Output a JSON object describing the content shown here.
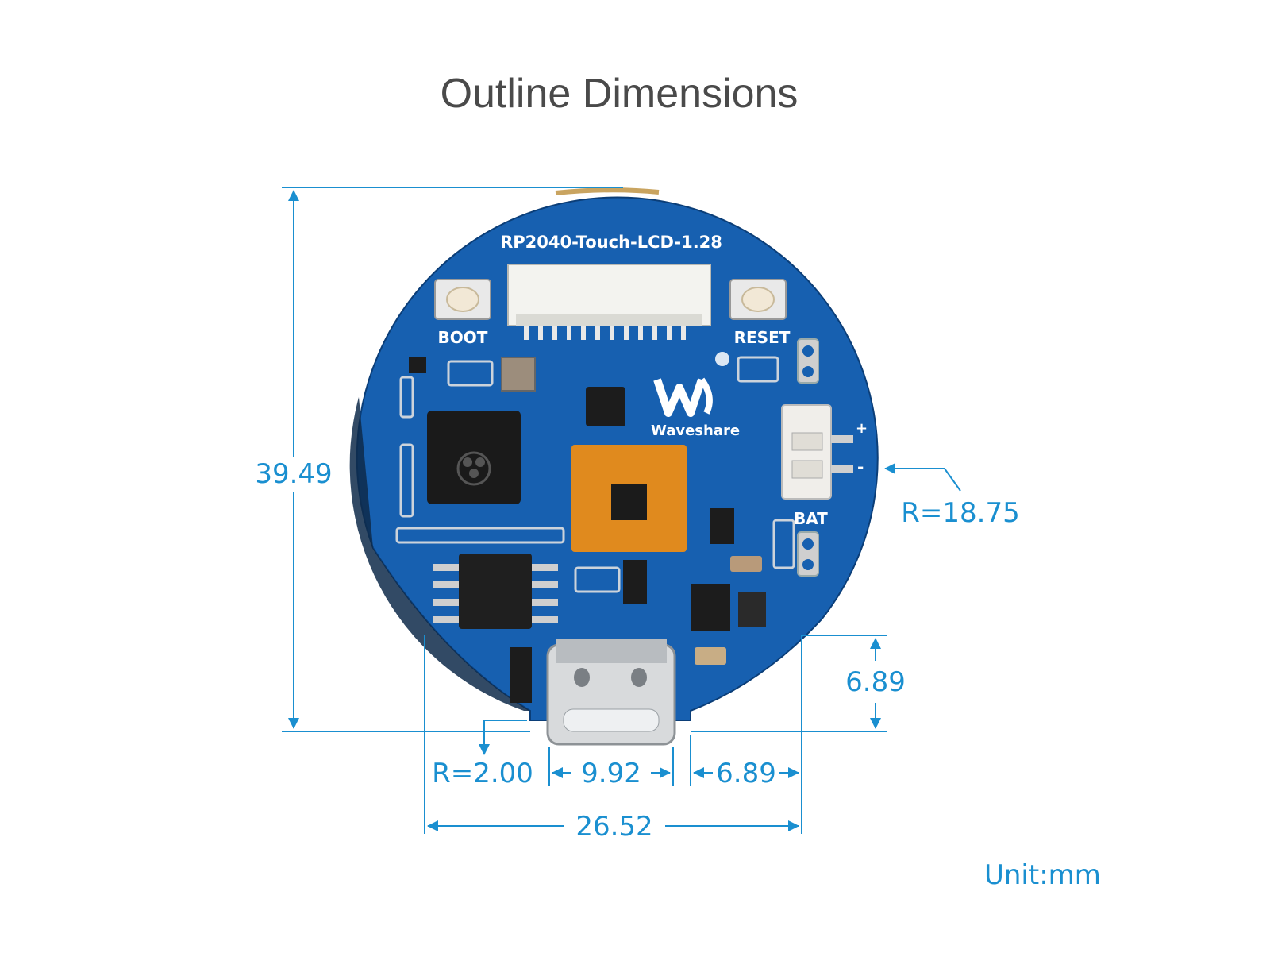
{
  "title": "Outline Dimensions",
  "board": {
    "name": "RP2040-Touch-LCD-1.28",
    "brand": "Waveshare",
    "labels": {
      "boot": "BOOT",
      "reset": "RESET",
      "bat": "BAT",
      "plus": "+",
      "minus": "-"
    },
    "colors": {
      "pcb": "#1760b0",
      "pcb_dark": "#0e4f97",
      "dim": "#1a8fd0"
    }
  },
  "dimensions": {
    "height": "39.49",
    "radius": "R=18.75",
    "corner_radius": "R=2.00",
    "usb_width": "9.92",
    "right_width": "6.89",
    "right_height": "6.89",
    "total_width": "26.52"
  },
  "unit": "Unit:mm"
}
